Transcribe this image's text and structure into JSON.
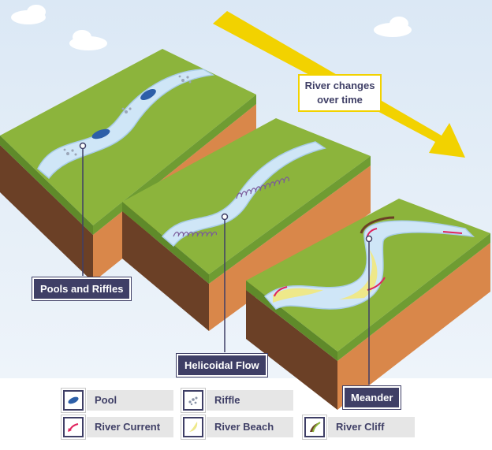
{
  "callouts": {
    "time": "River changes over time",
    "pools_riffles": "Pools and Riffles",
    "helicoidal": "Helicoidal Flow",
    "meander": "Meander"
  },
  "legend": [
    {
      "label": "Pool",
      "icon": "pool-icon"
    },
    {
      "label": "Riffle",
      "icon": "riffle-icon"
    },
    {
      "label": "River Current",
      "icon": "river-current-icon"
    },
    {
      "label": "River Beach",
      "icon": "river-beach-icon"
    },
    {
      "label": "River Cliff",
      "icon": "river-cliff-icon"
    }
  ],
  "colors": {
    "sky": "#dbe8f5",
    "grass": "#8cb43c",
    "soil": "#d9874a",
    "soil_dark": "#6b4026",
    "water": "#cfe6f7",
    "arrow": "#f2d200",
    "label_bg": "#3f3f66",
    "current": "#e0245e",
    "beach": "#eee88a"
  }
}
